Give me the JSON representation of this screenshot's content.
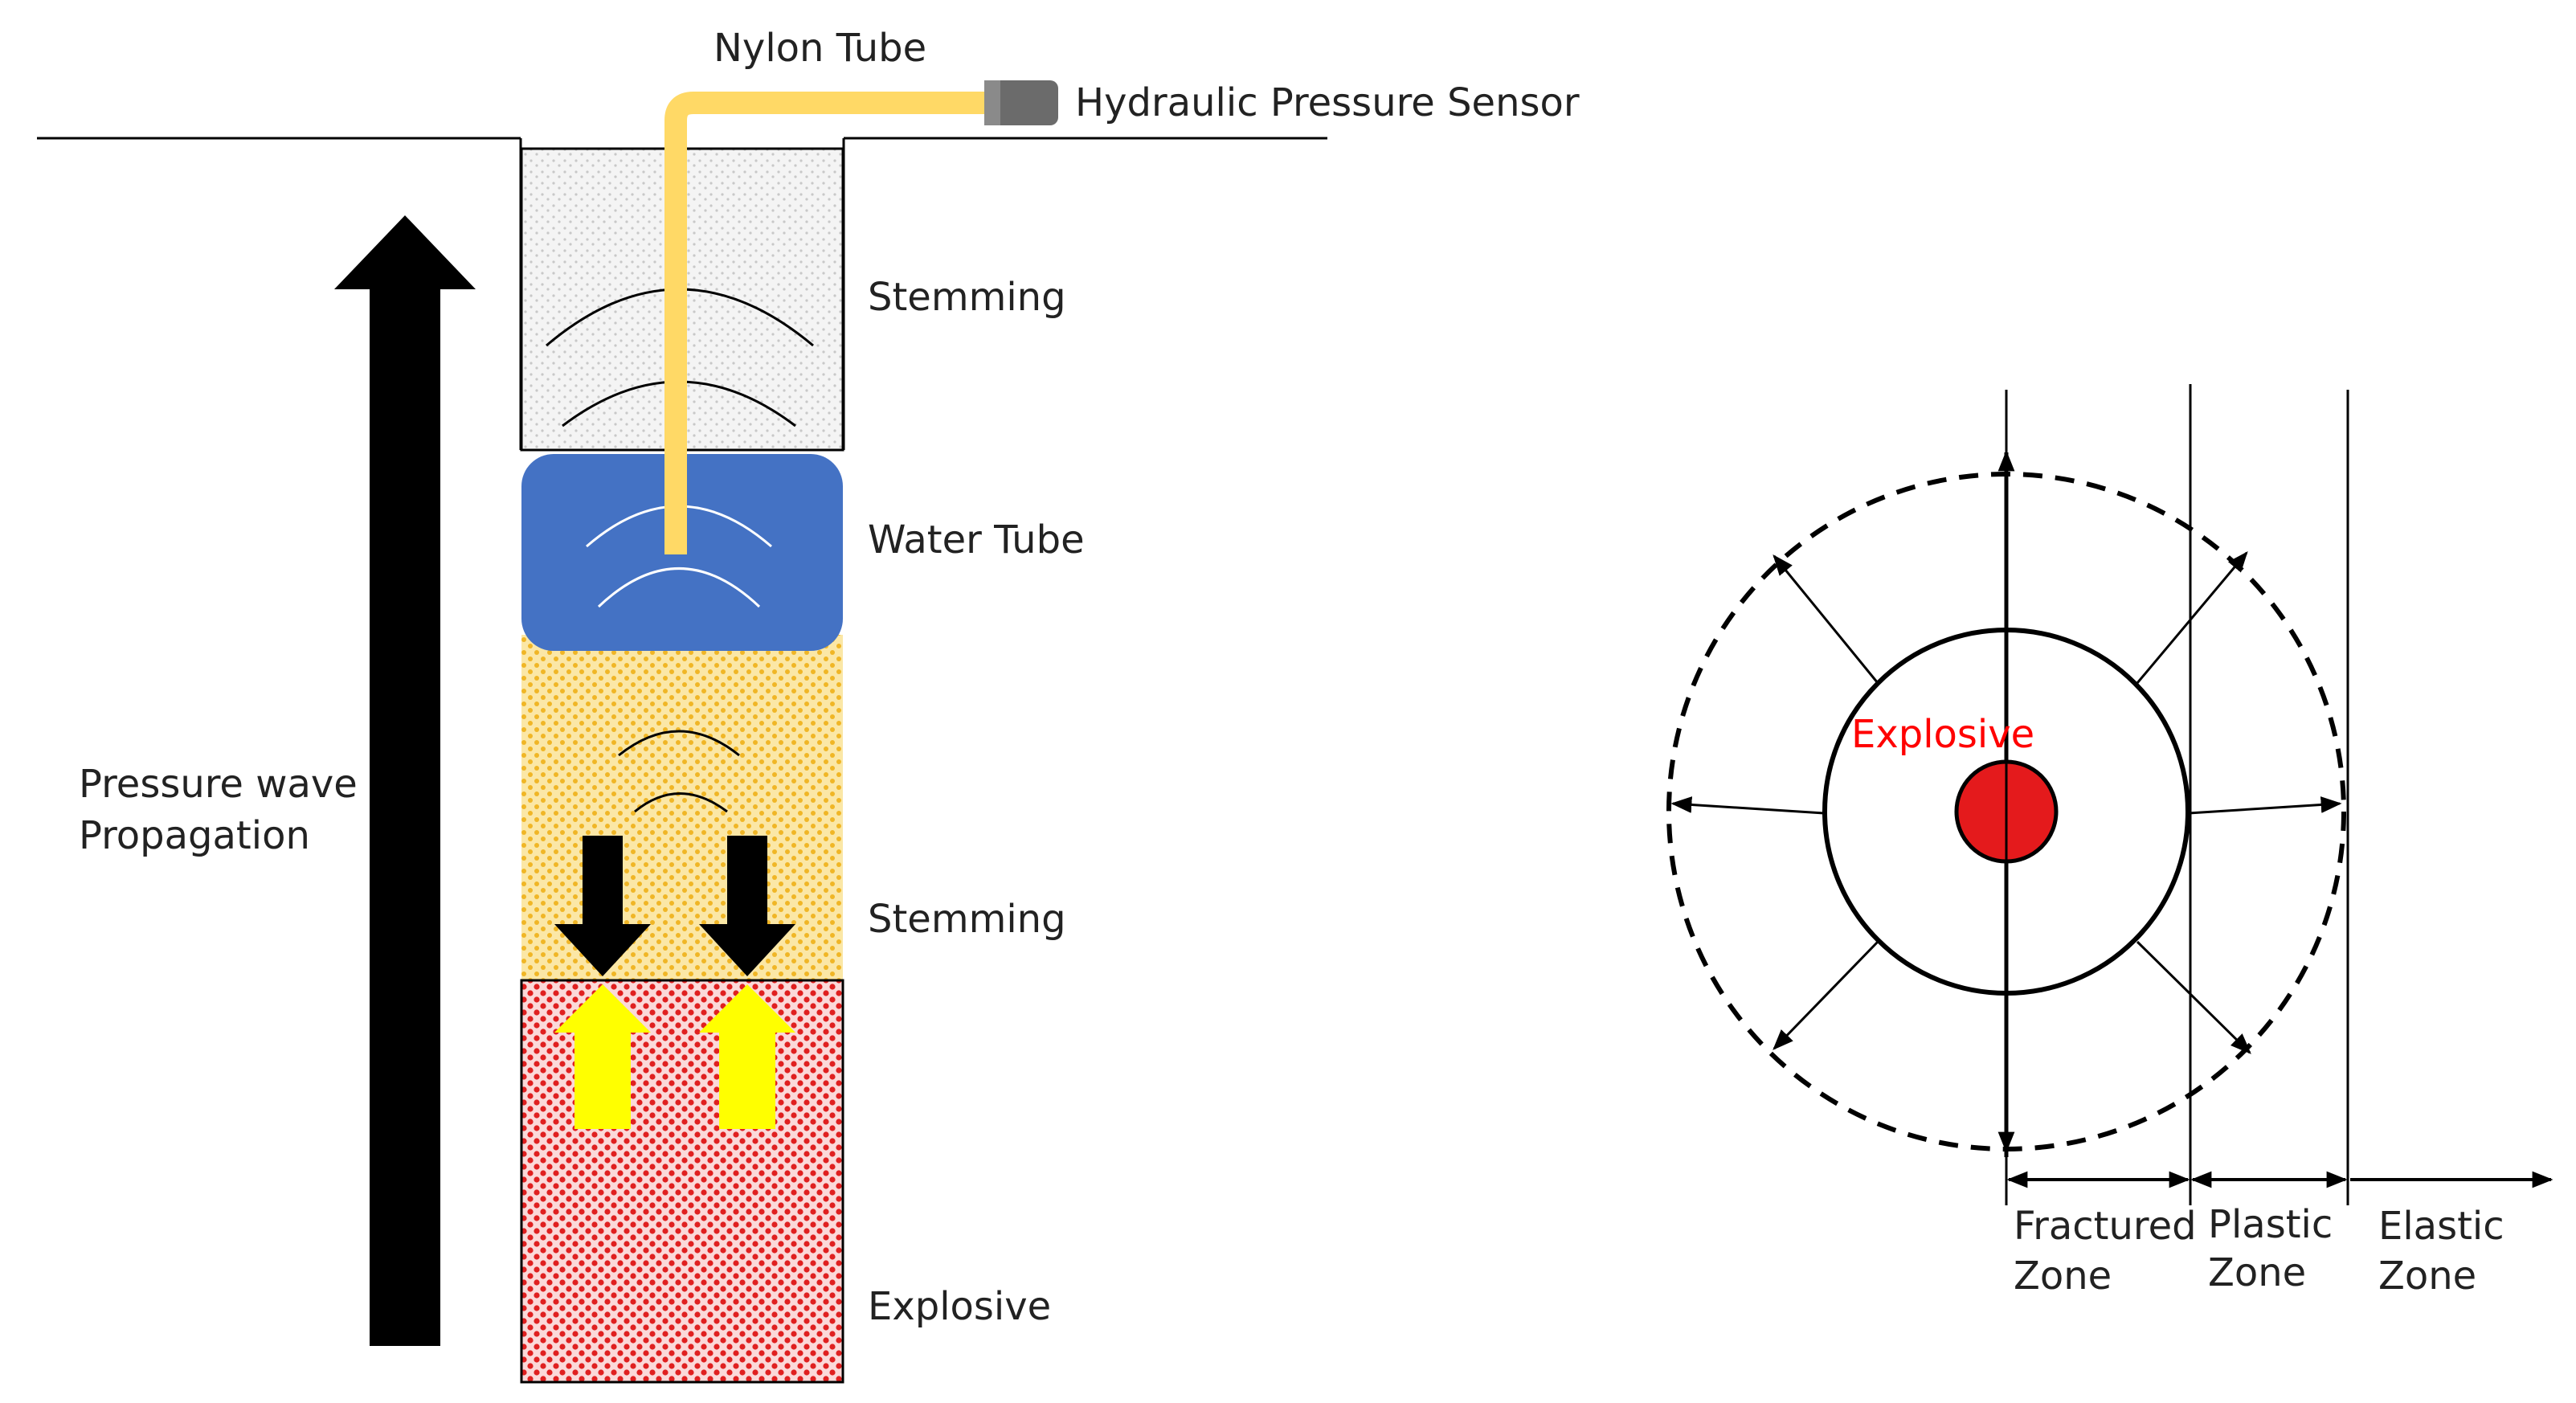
{
  "left_diagram": {
    "tube_label": "Nylon Tube",
    "sensor_label": "Hydraulic Pressure Sensor",
    "layers": [
      {
        "label": "Stemming"
      },
      {
        "label": "Water Tube"
      },
      {
        "label": "Stemming"
      },
      {
        "label": "Explosive"
      }
    ],
    "propagation_label": [
      "Pressure wave",
      "Propagation"
    ]
  },
  "right_diagram": {
    "explosive_label": "Explosive",
    "zones": [
      [
        "Fractured",
        "Zone"
      ],
      [
        "Plastic",
        "Zone"
      ],
      [
        "Elastic",
        "Zone"
      ]
    ]
  },
  "colors": {
    "line": "#000000",
    "nylon_tube": "#FFD966",
    "sensor": "#6b6b6b",
    "water": "#4472C4",
    "top_stemming": "#F2F2F2",
    "yellow_stemming": "#F3C247",
    "explosive_red": "#E41A1C",
    "up_arrow_yellow": "#FFFF00",
    "explosive_label": "#FF0000"
  }
}
